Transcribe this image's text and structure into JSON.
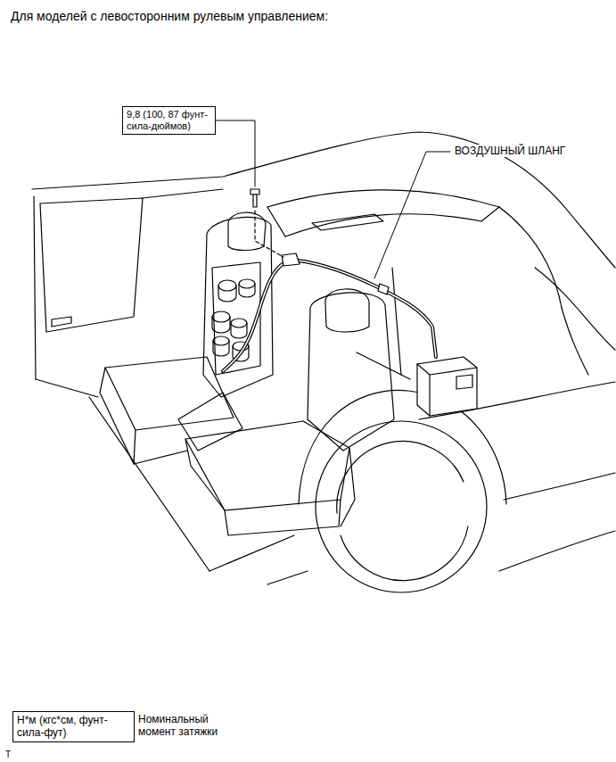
{
  "diagram": {
    "title": "Для моделей с левосторонним рулевым управлением:",
    "nodes": [
      {
        "text": [
          "9,8 (100, 87 фунт-сила-дюймов)"
        ]
      },
      {
        "text": [
          "Н*м (кгс*см, фунт-сила-фут)"
        ]
      }
    ],
    "edges": [],
    "labels": [
      "ВОЗДУШНЫЙ ШЛАНГ",
      "Номинальный момент затяжки",
      "T"
    ]
  }
}
